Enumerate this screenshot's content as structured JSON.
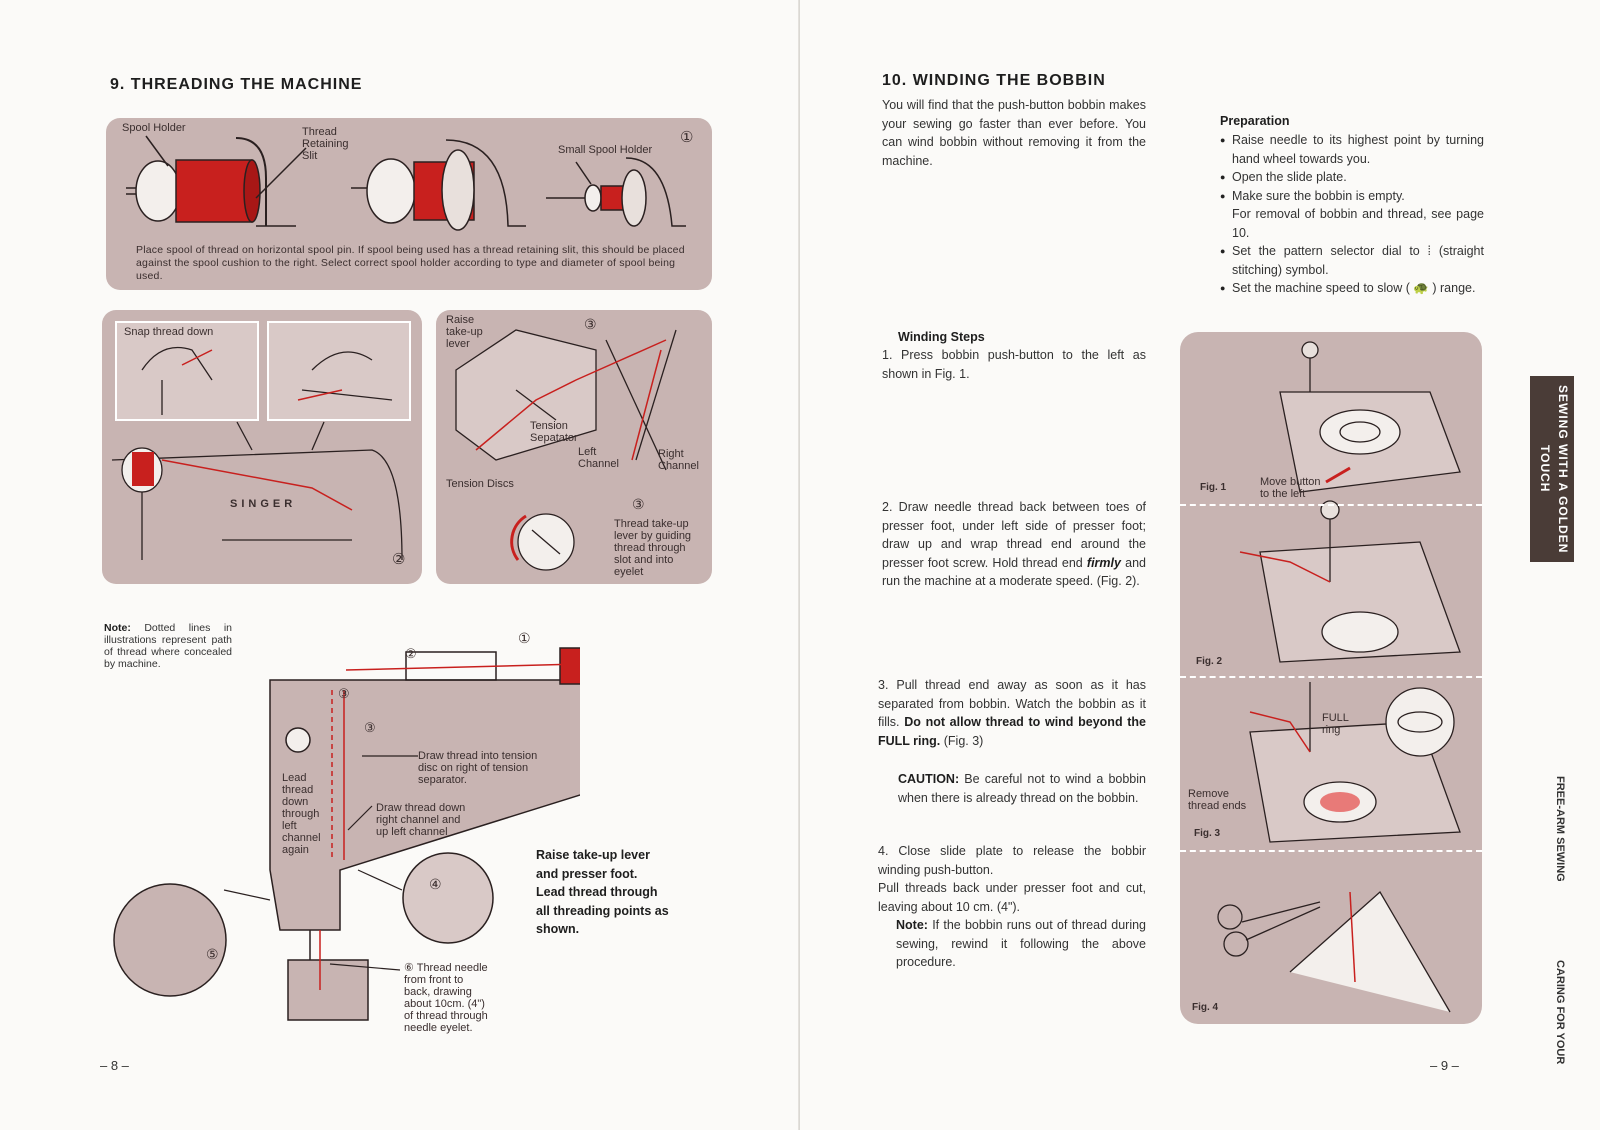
{
  "left": {
    "title": "9. THREADING THE MACHINE",
    "panel1": {
      "spool_holder": "Spool Holder",
      "thread_retaining_slit": "Thread\nRetaining\nSlit",
      "small_spool_holder": "Small Spool Holder",
      "number": "①",
      "caption": "Place spool of thread on horizontal spool pin. If spool being used has a thread retaining slit, this should be placed against the spool cushion to the right. Select correct spool holder according to type and diameter of spool being used."
    },
    "panel2": {
      "snap_thread_down": "Snap thread down",
      "brand": "SINGER",
      "number": "②"
    },
    "panel3": {
      "raise_take_up_lever": "Raise\ntake-up\nlever",
      "tension_separator": "Tension\nSepatator",
      "left_channel": "Left\nChannel",
      "right_channel": "Right\nChannel",
      "tension_discs": "Tension Discs",
      "number": "③",
      "caption": "Thread take-up\nlever by guiding\nthread through\nslot and into\neyelet"
    },
    "note_label": "Note:",
    "note_text": " Dotted lines in illustrations represent path of thread where concealed by machine.",
    "main": {
      "n1": "①",
      "n2": "②",
      "n3a": "③",
      "n3b": "③",
      "n4": "④",
      "n5": "⑤",
      "draw_tension": "Draw thread into tension\ndisc on right of tension\nseparator.",
      "draw_down": "Draw thread down\nright channel and\nup left channel",
      "lead_down": "Lead\nthread\ndown\nthrough\nleft\nchannel\nagain",
      "n6_caption": "⑥  Thread needle\n      from front to\n      back, drawing\n      about 10cm. (4\")\n      of thread through\n      needle eyelet."
    },
    "raise_text": "Raise take-up lever and presser foot. Lead thread through all threading points as shown.",
    "page_number": "– 8 –"
  },
  "right": {
    "title": "10. WINDING THE BOBBIN",
    "intro": "You will find that the push-button bobbin makes your sewing go faster than ever before. You can wind bobbin without removing it from the machine.",
    "prep_title": "Preparation",
    "prep_items": [
      "Raise needle to its highest point by turning hand wheel towards you.",
      "Open the slide plate.",
      "Make sure the bobbin is empty.\nFor removal of bobbin and thread, see page 10.",
      "Set the pattern selector dial to ⁞ (straight stitching) symbol.",
      "Set the machine speed to slow ( 🐢 ) range."
    ],
    "steps_title": "Winding Steps",
    "step1": "1. Press bobbin push-button to the left as shown in Fig. 1.",
    "step2_a": "2. Draw needle thread back between toes of presser foot, under left side of presser foot; draw up and wrap thread end around the presser foot screw. Hold thread end ",
    "step2_em": "firmly",
    "step2_b": " and run the machine at a moderate speed. (Fig. 2).",
    "step3_a": "3. Pull thread end away as soon as it has separated from bobbin. Watch the bobbin as it fills. ",
    "step3_bold": "Do not allow thread to wind beyond the FULL ring.",
    "step3_b": " (Fig. 3)",
    "caution_label": "CAUTION:",
    "caution_text": " Be careful not to wind a bobbin when there is already thread on the bobbin.",
    "step4": "4. Close slide plate to release the bobbir winding push-button.\nPull threads back under presser foot and cut, leaving about 10 cm. (4\").",
    "step4_note_label": "Note:",
    "step4_note": " If the bobbin runs out of thread during sewing, rewind it following the above procedure.",
    "fig1": "Fig. 1",
    "fig2": "Fig. 2",
    "fig3": "Fig. 3",
    "fig4": "Fig. 4",
    "move_button": "Move button\nto the left",
    "full_ring": "FULL\nring",
    "remove_thread": "Remove\nthread ends",
    "tab_golden": "SEWING WITH A GOLDEN TOUCH",
    "tab_free": "FREE-ARM SEWING",
    "tab_caring": "CARING FOR YOUR",
    "page_number": "– 9 –"
  },
  "colors": {
    "panel": "#c8b4b2",
    "thread": "#c8201e",
    "tab": "#4a3c37",
    "ink": "#3a2a2a"
  }
}
